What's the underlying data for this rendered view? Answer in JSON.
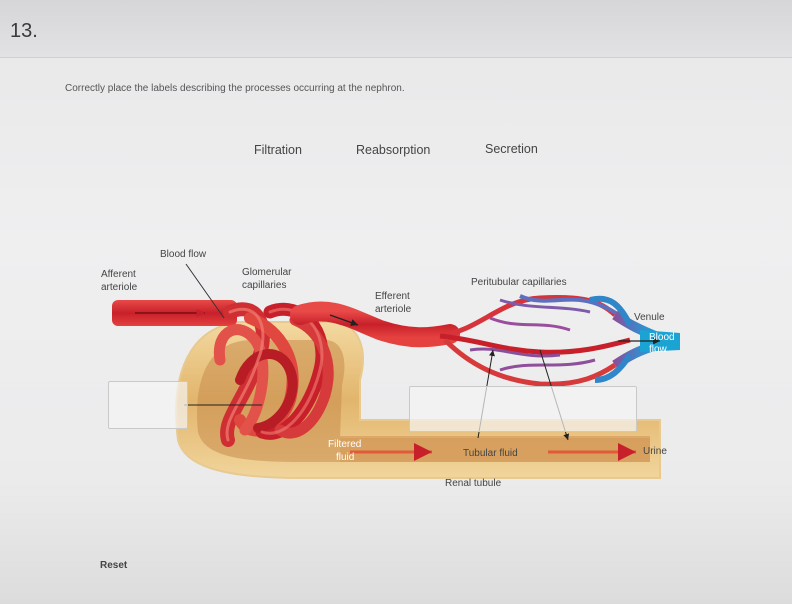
{
  "question": {
    "number": "13.",
    "prompt": "Correctly place the labels describing the processes occurring at the nephron."
  },
  "labels": [
    {
      "text": "Filtration"
    },
    {
      "text": "Reabsorption"
    },
    {
      "text": "Secretion"
    }
  ],
  "diagram": {
    "blood_flow_top": "Blood flow",
    "afferent_1": "Afferent",
    "afferent_2": "arteriole",
    "glomerular_1": "Glomerular",
    "glomerular_2": "capillaries",
    "efferent_1": "Efferent",
    "efferent_2": "arteriole",
    "peritubular": "Peritubular capillaries",
    "venule": "Venule",
    "blood_flow_right_1": "Blood",
    "blood_flow_right_2": "flow",
    "filtered_1": "Filtered",
    "filtered_2": "fluid",
    "tubular_fluid": "Tubular fluid",
    "urine": "Urine",
    "renal_tubule": "Renal tubule"
  },
  "reset_label": "Reset"
}
